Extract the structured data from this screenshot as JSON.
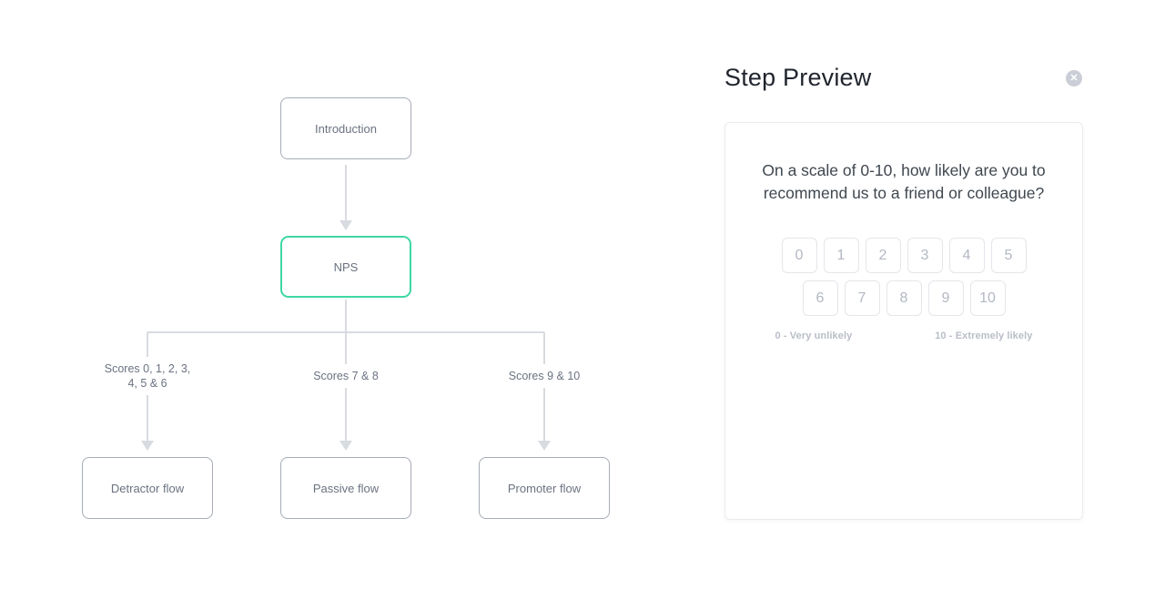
{
  "diagram": {
    "nodes": {
      "introduction": {
        "label": "Introduction"
      },
      "nps": {
        "label": "NPS"
      },
      "detractor": {
        "label": "Detractor flow"
      },
      "passive": {
        "label": "Passive flow"
      },
      "promoter": {
        "label": "Promoter flow"
      }
    },
    "edge_labels": {
      "detractor_line1": "Scores 0, 1, 2, 3,",
      "detractor_line2": "4, 5 & 6",
      "passive": "Scores 7 & 8",
      "promoter": "Scores 9 & 10"
    },
    "colors": {
      "selected_node_border": "#3fd7a2",
      "node_border": "#a6acb6",
      "connector": "#d8dbe0"
    }
  },
  "preview": {
    "title": "Step Preview",
    "close_icon": "✕",
    "question": "On a scale of 0-10, how likely are you to recommend us to a friend or colleague?",
    "scale": {
      "buttons": [
        "0",
        "1",
        "2",
        "3",
        "4",
        "5",
        "6",
        "7",
        "8",
        "9",
        "10"
      ],
      "min_label": "0 - Very unlikely",
      "max_label": "10 - Extremely likely"
    }
  }
}
